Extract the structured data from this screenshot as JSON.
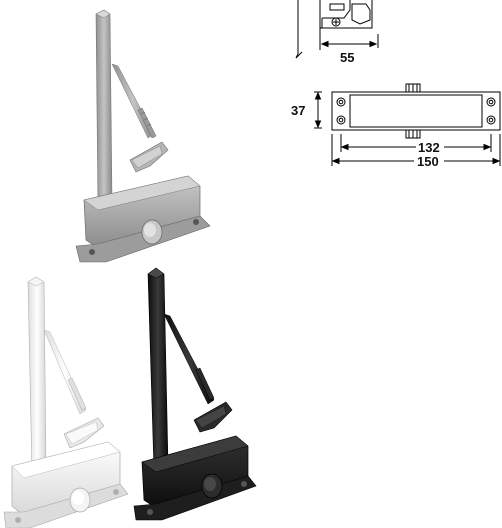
{
  "products": [
    {
      "name": "door-closer",
      "finish": "silver",
      "color": "#a8a8a8"
    },
    {
      "name": "door-closer",
      "finish": "white",
      "color": "#eeeeee"
    },
    {
      "name": "door-closer",
      "finish": "black",
      "color": "#1c1c1c"
    }
  ],
  "drawing": {
    "side_view": {
      "depth": "55"
    },
    "top_view": {
      "height": "37",
      "hole_spacing": "132",
      "length": "150"
    }
  }
}
